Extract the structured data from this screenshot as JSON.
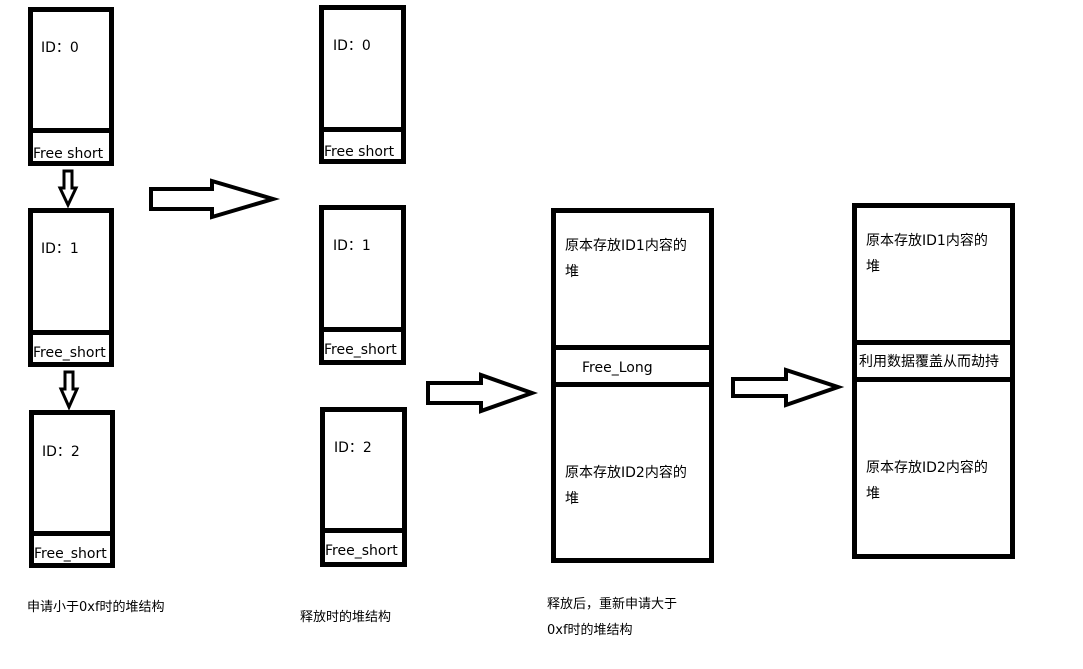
{
  "columns": [
    {
      "caption": "申请小于0xf时的堆结构",
      "chunks": [
        {
          "id_label": "ID：0",
          "footer": "Free  short"
        },
        {
          "id_label": "ID：1",
          "footer": "Free_short"
        },
        {
          "id_label": "ID：2",
          "footer": "Free_short"
        }
      ]
    },
    {
      "caption": "释放时的堆结构",
      "chunks": [
        {
          "id_label": "ID：0",
          "footer": "Free  short"
        },
        {
          "id_label": "ID：1",
          "footer": "Free_short"
        },
        {
          "id_label": "ID：2",
          "footer": "Free_short"
        }
      ]
    },
    {
      "caption_lines": [
        "释放后，重新申请大于",
        "0xf时的堆结构"
      ],
      "top_text_lines": [
        "原本存放ID1内容的",
        "堆"
      ],
      "middle_text": "Free_Long",
      "bottom_text_lines": [
        "原本存放ID2内容的",
        "堆"
      ]
    },
    {
      "top_text_lines": [
        "原本存放ID1内容的",
        "堆"
      ],
      "middle_text": "利用数据覆盖从而劫持",
      "bottom_text_lines": [
        "原本存放ID2内容的",
        "堆"
      ]
    }
  ]
}
